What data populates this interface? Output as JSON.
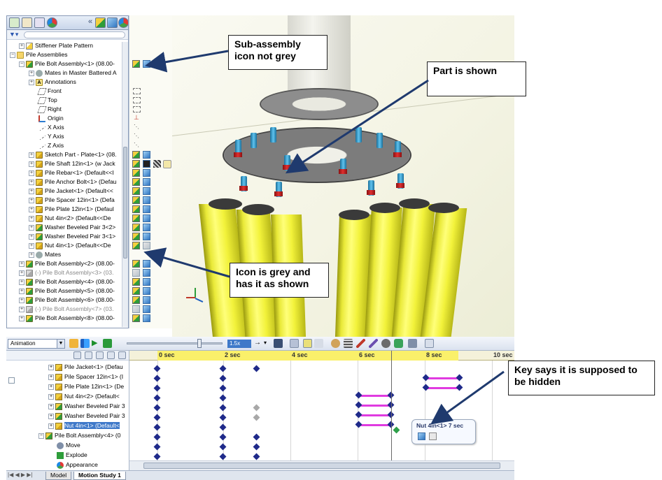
{
  "feature_tree": {
    "rows": [
      {
        "label": "Stiffener Plate Pattern",
        "muted": false
      },
      {
        "label": "Pile Assemblies",
        "muted": false
      },
      {
        "label": "Pile Bolt Assembly<1> (08.00-",
        "muted": false
      },
      {
        "label": "Mates in Master Battered A",
        "muted": false
      },
      {
        "label": "Annotations",
        "muted": false
      },
      {
        "label": "Front",
        "muted": false
      },
      {
        "label": "Top",
        "muted": false
      },
      {
        "label": "Right",
        "muted": false
      },
      {
        "label": "Origin",
        "muted": false
      },
      {
        "label": "X Axis",
        "muted": false
      },
      {
        "label": "Y Axis",
        "muted": false
      },
      {
        "label": "Z Axis",
        "muted": false
      },
      {
        "label": "Sketch Part - Plate<1> (08.",
        "muted": false
      },
      {
        "label": "Pile Shaft 12in<1> (w Jack",
        "muted": false
      },
      {
        "label": "Pile Rebar<1> (Default<<I",
        "muted": false
      },
      {
        "label": "Pile Anchor Bolt<1> (Defau",
        "muted": false
      },
      {
        "label": "Pile Jacket<1> (Default<<",
        "muted": false
      },
      {
        "label": "Pile Spacer 12in<1> (Defa",
        "muted": false
      },
      {
        "label": "Pile Plate 12in<1> (Defaul",
        "muted": false
      },
      {
        "label": "Nut 4in<2> (Default<<De",
        "muted": false
      },
      {
        "label": "Washer Beveled Pair 3<2>",
        "muted": false
      },
      {
        "label": "Washer Beveled Pair 3<1>",
        "muted": false
      },
      {
        "label": "Nut 4in<1> (Default<<De",
        "muted": false
      },
      {
        "label": "Mates",
        "muted": false
      },
      {
        "label": "Pile Bolt Assembly<2> (08.00-",
        "muted": false
      },
      {
        "label": "(-) Pile Bolt Assembly<3> (03.",
        "muted": true
      },
      {
        "label": "Pile Bolt Assembly<4> (08.00-",
        "muted": false
      },
      {
        "label": "Pile Bolt Assembly<5> (08.00-",
        "muted": false
      },
      {
        "label": "Pile Bolt Assembly<6> (08.00-",
        "muted": false
      },
      {
        "label": "(-) Pile Bolt Assembly<7> (03.",
        "muted": true
      },
      {
        "label": "Pile Bolt Assembly<8> (08.00-",
        "muted": false
      }
    ]
  },
  "motion_study": {
    "study_type": "Animation",
    "speed": "1.5x",
    "tree_rows": [
      {
        "label": "Pile Jacket<1> (Defau"
      },
      {
        "label": "Pile Spacer 12in<1> (I"
      },
      {
        "label": "Pile Plate 12in<1> (De"
      },
      {
        "label": "Nut 4in<2> (Default<"
      },
      {
        "label": "Washer Beveled Pair 3"
      },
      {
        "label": "Washer Beveled Pair 3"
      },
      {
        "label": "Nut 4in<1> (Default<"
      },
      {
        "label": "Pile Bolt Assembly<4> (0"
      },
      {
        "label": "Move"
      },
      {
        "label": "Explode"
      },
      {
        "label": "Appearance"
      }
    ],
    "ruler_labels": [
      "0 sec",
      "2 sec",
      "4 sec",
      "6 sec",
      "8 sec",
      "10 sec"
    ],
    "tooltip": "Nut 4in<1> 7 sec",
    "tabs": [
      "Model",
      "Motion Study 1"
    ]
  },
  "callouts": {
    "subassembly": "Sub-assembly icon not grey",
    "part_shown": "Part is shown",
    "icon_grey": "Icon is grey and has it as shown",
    "key_hidden": "Key says it is supposed to be hidden"
  }
}
